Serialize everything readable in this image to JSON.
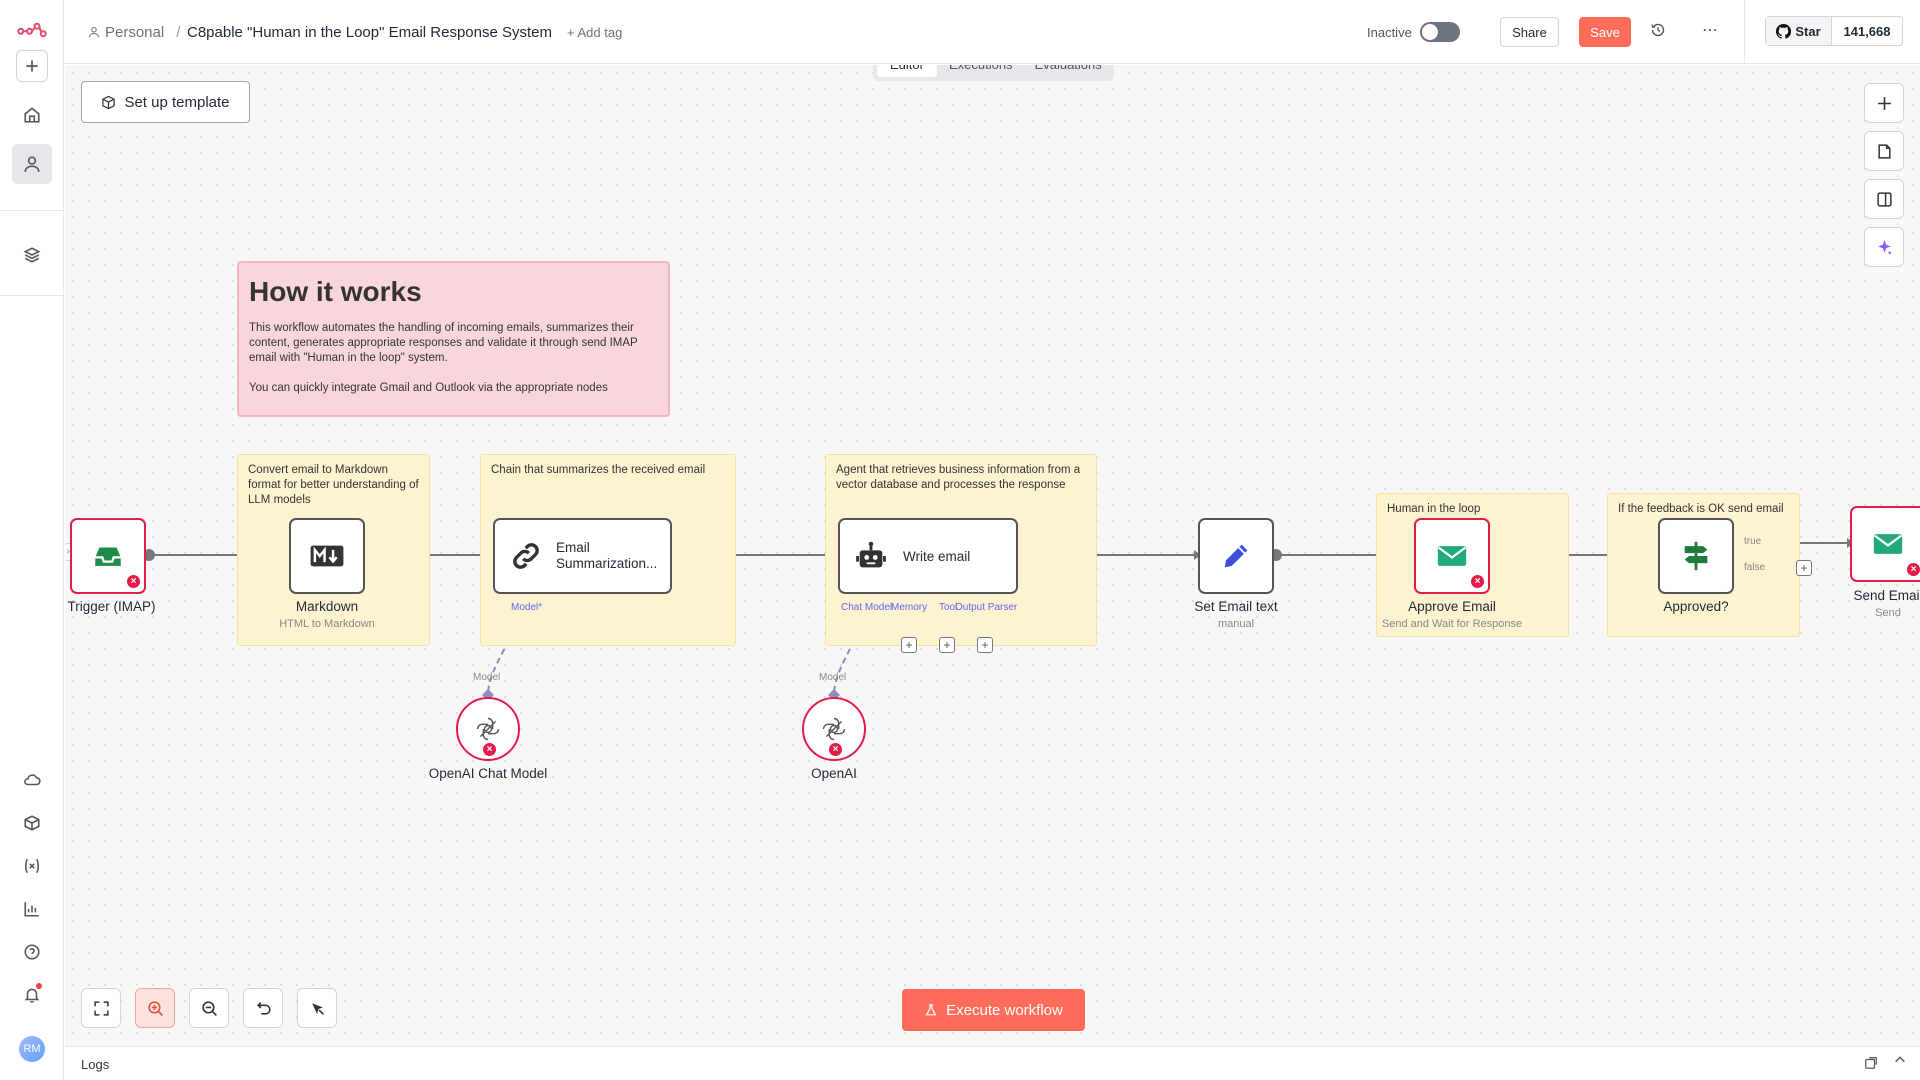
{
  "header": {
    "breadcrumb_project": "Personal",
    "workflow_title": "C8pable \"Human in the Loop\" Email Response System",
    "add_tag": "+ Add tag",
    "status_label": "Inactive",
    "share_label": "Share",
    "save_label": "Save",
    "star_label": "Star",
    "star_count": "141,668"
  },
  "tabs": [
    {
      "label": "Editor",
      "active": true
    },
    {
      "label": "Executions",
      "active": false
    },
    {
      "label": "Evaluations",
      "active": false
    }
  ],
  "canvas": {
    "setup_template_label": "Set up template",
    "execute_label": "Execute workflow"
  },
  "sticky_notes": {
    "how_title": "How it works",
    "how_body1": "This workflow automates the handling of incoming emails, summarizes their content, generates appropriate responses and validate it through send IMAP email with \"Human in the loop\" system.",
    "how_body2": "You can quickly integrate Gmail and Outlook via the appropriate nodes",
    "markdown_note": "Convert email to Markdown format for better understanding of LLM models",
    "chain_note": "Chain that summarizes the received email",
    "agent_note": "Agent that retrieves business information from a vector database and processes the response",
    "human_note": "Human in the loop",
    "feedback_note": "If the feedback is OK send email"
  },
  "nodes": {
    "trigger": {
      "label": "ail Trigger (IMAP)"
    },
    "markdown": {
      "label": "Markdown",
      "sub": "HTML to Markdown"
    },
    "summarization": {
      "label": "Email Summarization..."
    },
    "write_email": {
      "label": "Write email"
    },
    "set_email": {
      "label": "Set Email text",
      "sub": "manual"
    },
    "approve": {
      "label": "Approve Email",
      "sub": "Send and Wait for Response"
    },
    "approved": {
      "label": "Approved?"
    },
    "send": {
      "label": "Send Email",
      "sub": "Send"
    },
    "openai_chat": {
      "label": "OpenAI Chat Model"
    },
    "openai": {
      "label": "OpenAI"
    }
  },
  "ports": {
    "model_star": "Model*",
    "model": "Model",
    "chat_model": "Chat Model",
    "memory": "Memory",
    "tool": "Tool",
    "output_parser": "Output Parser",
    "true": "true",
    "false": "false"
  },
  "footer": {
    "logs_label": "Logs"
  },
  "user": {
    "initials": "RM"
  },
  "colors": {
    "accent": "#ff6d5a",
    "error": "#e11d48",
    "port": "#6366f1"
  }
}
